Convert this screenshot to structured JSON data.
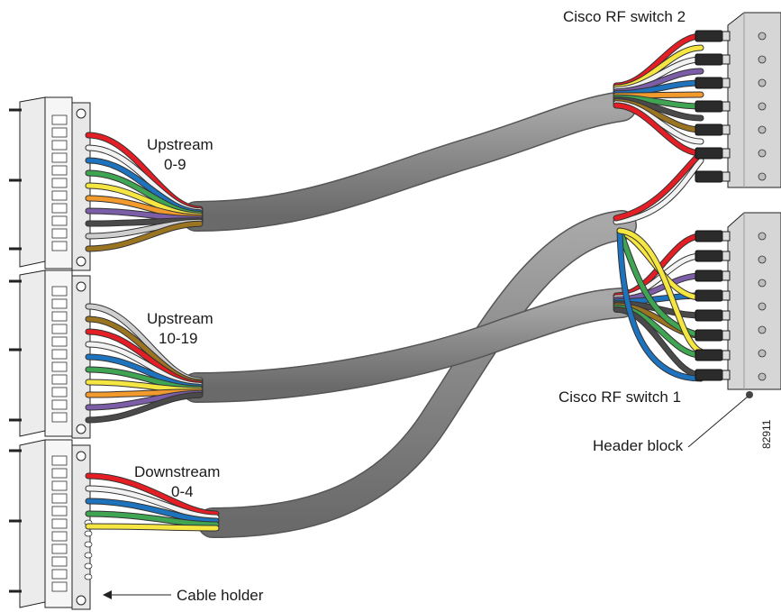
{
  "labels": {
    "switch2": "Cisco RF switch 2",
    "switch1": "Cisco RF switch 1",
    "upstream_a_line1": "Upstream",
    "upstream_a_line2": "0-9",
    "upstream_b_line1": "Upstream",
    "upstream_b_line2": "10-19",
    "downstream_line1": "Downstream",
    "downstream_line2": "0-4",
    "header_block": "Header block",
    "cable_holder": "Cable holder",
    "figure_id": "82911"
  },
  "colors": {
    "cable_sheath": "#8a8a8a",
    "cable_edge": "#5e5e5e",
    "wire_red": "#e41e25",
    "wire_white": "#f2f2f2",
    "wire_purple": "#7b5ea7",
    "wire_yellow": "#f5e642",
    "wire_orange": "#f39a2c",
    "wire_green": "#3fa553",
    "wire_blue": "#1e73be",
    "wire_black": "#4a4a4a",
    "wire_brown": "#9a7420",
    "wire_gray": "#cfcfcf",
    "holder": "#f4f4f4",
    "switch_block": "#d2d2d2"
  },
  "assemblies": [
    {
      "name": "upstream-0-9",
      "wires": [
        "red",
        "white",
        "blue",
        "green",
        "yellow",
        "orange",
        "purple",
        "black",
        "gray",
        "brown"
      ]
    },
    {
      "name": "upstream-10-19",
      "wires": [
        "gray",
        "brown",
        "red",
        "white",
        "blue",
        "green",
        "yellow",
        "orange",
        "purple",
        "black"
      ]
    },
    {
      "name": "downstream-0-4",
      "wires": [
        "red",
        "white",
        "blue",
        "green",
        "yellow"
      ]
    }
  ]
}
